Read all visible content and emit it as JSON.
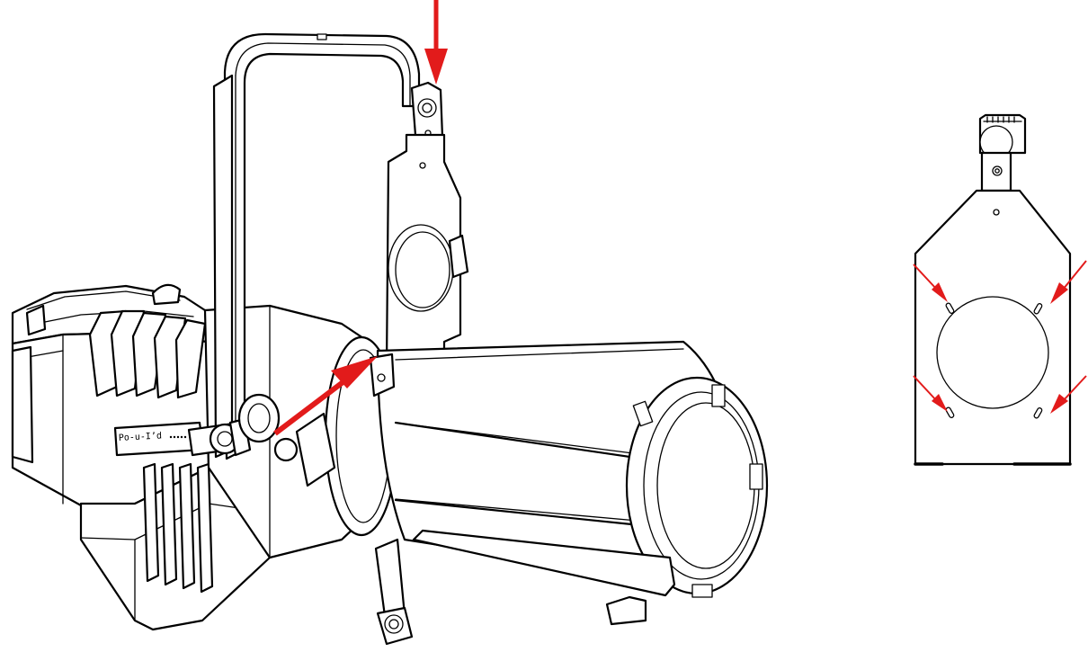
{
  "figure": {
    "fixture_label": "Po-u-I’d",
    "accent_color": "#e21b1b",
    "line_color": "#000000",
    "background": "#ffffff",
    "main_view": {
      "arrows": [
        {
          "name": "arrow-top-down",
          "direction": "down"
        },
        {
          "name": "arrow-diagonal-up-right",
          "direction": "up-right"
        }
      ]
    },
    "detail_view": {
      "arrows": [
        {
          "name": "arrow-slot-top-left",
          "direction": "down-right"
        },
        {
          "name": "arrow-slot-top-right",
          "direction": "down-left"
        },
        {
          "name": "arrow-slot-bottom-left",
          "direction": "down-right"
        },
        {
          "name": "arrow-slot-bottom-right",
          "direction": "down-left"
        }
      ]
    }
  }
}
